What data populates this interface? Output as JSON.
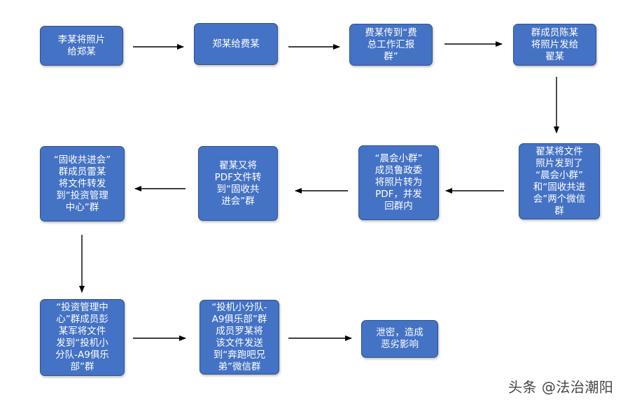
{
  "nodes": [
    {
      "id": "n1",
      "text": "李某将照片\n给郑某"
    },
    {
      "id": "n2",
      "text": "郑某给费某"
    },
    {
      "id": "n3",
      "text": "费某传到“费\n总工作汇报\n群”"
    },
    {
      "id": "n4",
      "text": "群成员陈某\n将照片发给\n翟某"
    },
    {
      "id": "n5",
      "text": "翟某将文件\n照片发到了\n“晨会小群”\n和“固收共进\n会”两个微信\n群"
    },
    {
      "id": "n6",
      "text": "“晨会小群”\n成员鲁政委\n将照片转为\nPDF，并发\n回群内"
    },
    {
      "id": "n7",
      "text": "翟某又将\nPDF文件转\n到“固收共\n进会”群"
    },
    {
      "id": "n8",
      "text": "“固收共进会”\n群成员雷某\n将文件转发\n到“投资管理\n中心”群"
    },
    {
      "id": "n9",
      "text": "“投资管理中\n心”群成员彭\n某军将文件\n发到“投机小\n分队-A9俱乐\n部”群"
    },
    {
      "id": "n10",
      "text": "“投机小分队-\nA9俱乐部”群\n成员罗某将\n该文件发送\n到“奔跑吧兄\n弟”微信群"
    },
    {
      "id": "n11",
      "text": "泄密，造成\n恶劣影响"
    }
  ],
  "edges": [
    {
      "from": "n1",
      "to": "n2"
    },
    {
      "from": "n2",
      "to": "n3"
    },
    {
      "from": "n3",
      "to": "n4"
    },
    {
      "from": "n4",
      "to": "n5"
    },
    {
      "from": "n5",
      "to": "n6"
    },
    {
      "from": "n6",
      "to": "n7"
    },
    {
      "from": "n7",
      "to": "n8"
    },
    {
      "from": "n8",
      "to": "n9"
    },
    {
      "from": "n9",
      "to": "n10"
    },
    {
      "from": "n10",
      "to": "n11"
    }
  ],
  "colors": {
    "node_fill": "#4472c4",
    "node_border": "#2f528f",
    "arrow": "#000000"
  },
  "watermark": {
    "text": "头条 @法治潮阳"
  }
}
